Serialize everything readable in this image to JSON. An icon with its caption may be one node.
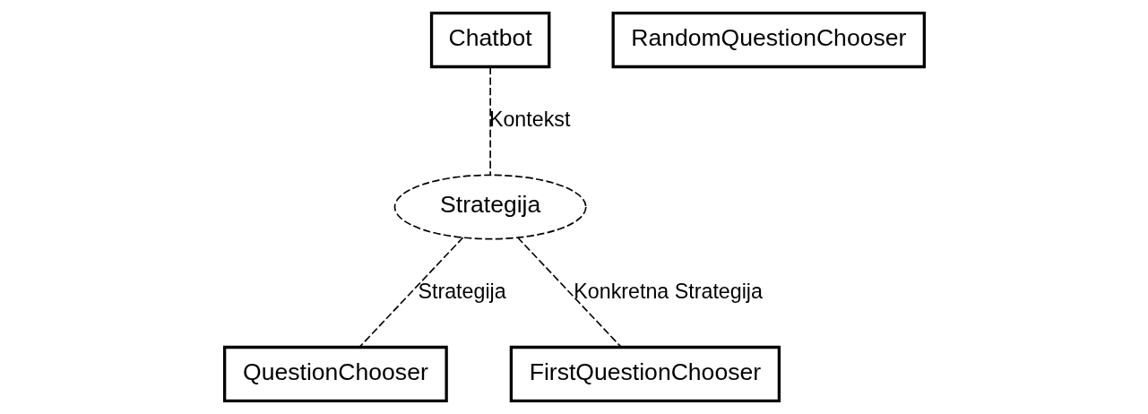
{
  "diagram": {
    "nodes": [
      {
        "text": [
          "Chatbot"
        ]
      },
      {
        "text": [
          "Strategija"
        ]
      },
      {
        "text": [
          "QuestionChooser"
        ]
      },
      {
        "text": [
          "FirstQuestionChooser"
        ]
      },
      {
        "text": [
          "RandomQuestionChooser"
        ]
      }
    ],
    "edges": [
      {
        "from": 0,
        "to": 1,
        "arrow": "none",
        "style": "dashed",
        "label": "Kontekst"
      },
      {
        "from": 1,
        "to": 2,
        "arrow": "none",
        "style": "dashed",
        "label": "Strategija"
      },
      {
        "from": 1,
        "to": 3,
        "arrow": "none",
        "style": "dashed",
        "label": "Konkretna Strategija"
      }
    ]
  }
}
